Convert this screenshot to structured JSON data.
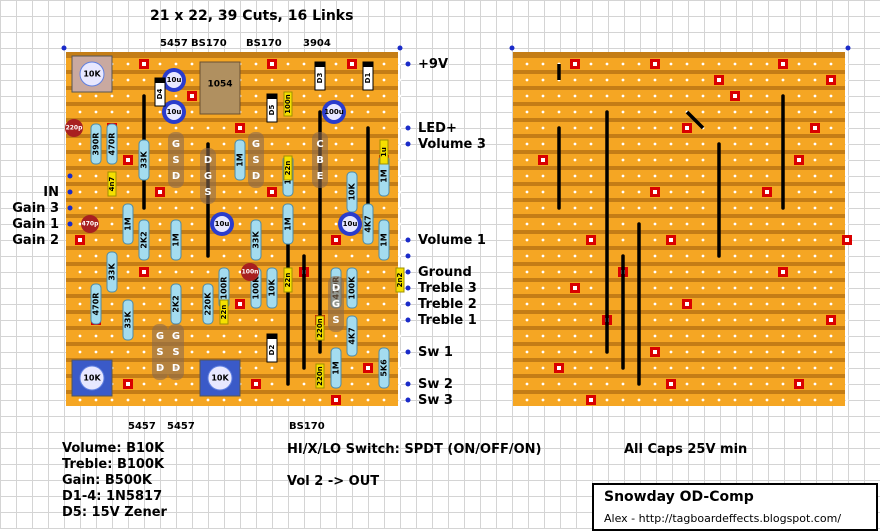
{
  "title": "21 x 22, 39 Cuts, 16 Links",
  "top_labels": [
    "5457",
    "BS170",
    "BS170",
    "3904"
  ],
  "bottom_labels": [
    "5457",
    "5457",
    "BS170"
  ],
  "right_labels": [
    "+9V",
    "LED+",
    "Volume 3",
    "Volume 1",
    "Ground",
    "Treble 3",
    "Treble 2",
    "Treble 1",
    "Sw 1",
    "Sw 2",
    "Sw 3"
  ],
  "left_labels": [
    "IN",
    "Gain 3",
    "Gain 1",
    "Gain 2"
  ],
  "notes": {
    "pots": [
      "Volume: B10K",
      "Treble: B100K",
      "Gain: B500K",
      "D1-4: 1N5817",
      "D5: 15V Zener"
    ],
    "switch": "HI/X/LO Switch: SPDT (ON/OFF/ON)",
    "vol": "Vol 2 -> OUT",
    "caps": "All Caps 25V min"
  },
  "credit": {
    "name": "Snowday OD-Comp",
    "author": "Alex - http://tagboardeffects.blogspot.com/"
  },
  "components": {
    "resistors": [
      "390R",
      "470R",
      "33K",
      "1M",
      "2K2",
      "1M",
      "33K",
      "470R",
      "33K",
      "1M",
      "10K",
      "1M",
      "33K",
      "10K",
      "1M",
      "4K7",
      "1M",
      "10K",
      "100R",
      "100K",
      "470R",
      "100K",
      "4K7",
      "1M",
      "5K6",
      "2K2",
      "220K"
    ],
    "film_caps": [
      "4n7",
      "100n",
      "22n",
      "1u",
      "22n",
      "2n2",
      "22n",
      "220n",
      "220n"
    ],
    "electrolytic_caps": [
      "10u",
      "10u",
      "10u",
      "100u",
      "10u"
    ],
    "ceramic_caps": [
      "220p",
      "470p",
      "100n"
    ],
    "diodes": [
      "D4",
      "D5",
      "D3",
      "D1",
      "D2"
    ],
    "trimmers": [
      "10K",
      "10K",
      "10K"
    ],
    "ic": "1054",
    "transistor_pins": [
      "G",
      "S",
      "D",
      "D",
      "G",
      "S",
      "G",
      "S",
      "D",
      "C",
      "B",
      "E",
      "D",
      "G",
      "S",
      "G",
      "S",
      "D",
      "G",
      "S",
      "D"
    ]
  },
  "colors": {
    "board": "#f5a623",
    "strip_gap": "#c47d16",
    "resistor": "#a4dcef",
    "film_cap": "#f5e000",
    "electrolytic": "#2a3ccc",
    "cut": "#d90000",
    "link": "#000000",
    "wire_dot": "#1a2bc9"
  }
}
